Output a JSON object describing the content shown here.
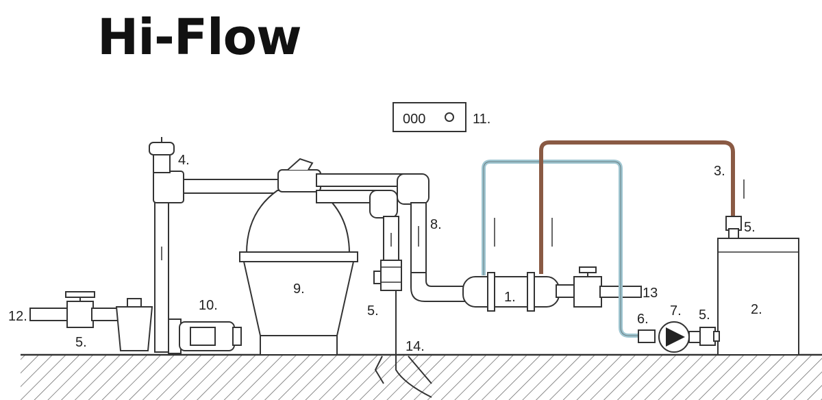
{
  "title": "Hi-Flow",
  "colors": {
    "line": "#333333",
    "cold_pipe": "#9fc6d1",
    "hot_pipe": "#8a5a44",
    "ground_hatch": "#666666"
  },
  "labels": {
    "l1": "1.",
    "l2": "2.",
    "l3": "3.",
    "l4": "4.",
    "l5a": "5.",
    "l5b": "5.",
    "l5c": "5.",
    "l5d": "5.",
    "l6": "6.",
    "l7": "7.",
    "l8": "8.",
    "l9": "9.",
    "l10": "10.",
    "l11": "11.",
    "l12": "12.",
    "l13": "13",
    "l14": "14."
  },
  "panel_display": "000"
}
